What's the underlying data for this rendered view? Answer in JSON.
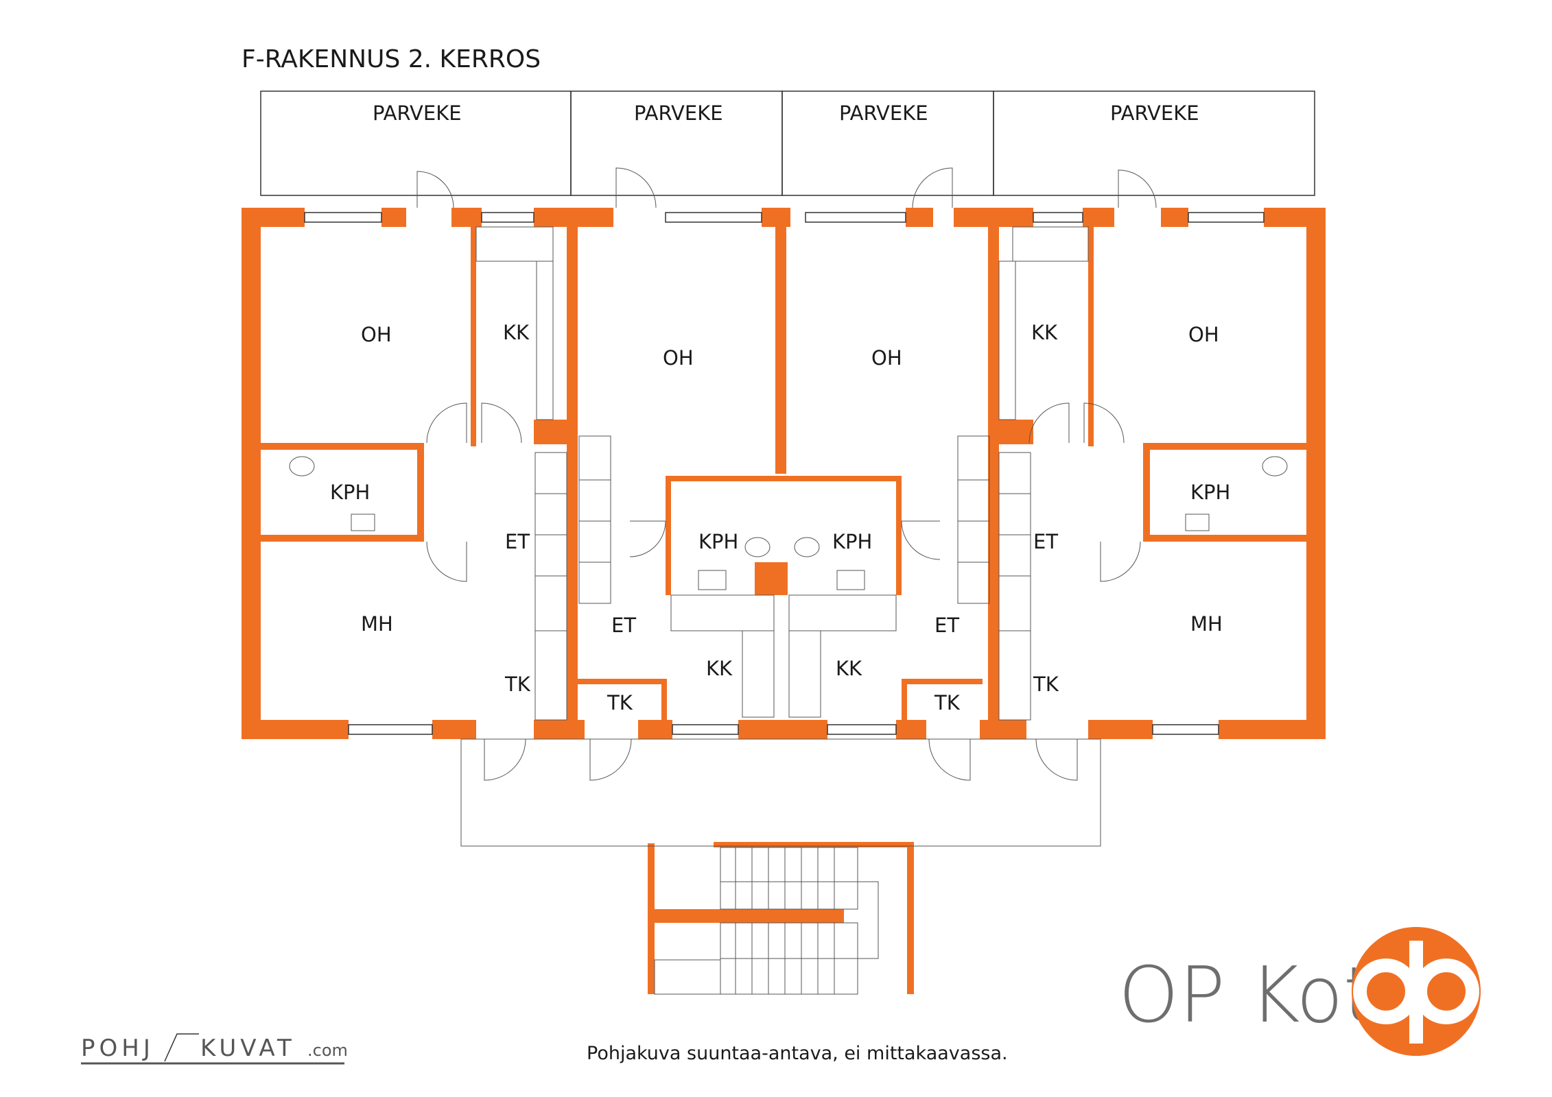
{
  "title": "F-RAKENNUS 2. KERROS",
  "colors": {
    "wall": "#f07023",
    "line": "#333333",
    "brand": "#6e6e6e"
  },
  "rooms": {
    "parveke": "PARVEKE",
    "oh": "OH",
    "kk": "KK",
    "kph": "KPH",
    "et": "ET",
    "mh": "MH",
    "tk": "TK"
  },
  "footer": {
    "note": "Pohjakuva suuntaa-antava, ei mittakaavassa.",
    "brand": "OP Koti",
    "credit_left": "POHJ",
    "credit_right": "KUVAT",
    "credit_domain": ".com"
  },
  "icons": {
    "logo": "op-logo-icon",
    "stairs": "stairs-icon",
    "toilet": "toilet-icon",
    "sink": "sink-icon",
    "door": "door-swing-icon"
  }
}
